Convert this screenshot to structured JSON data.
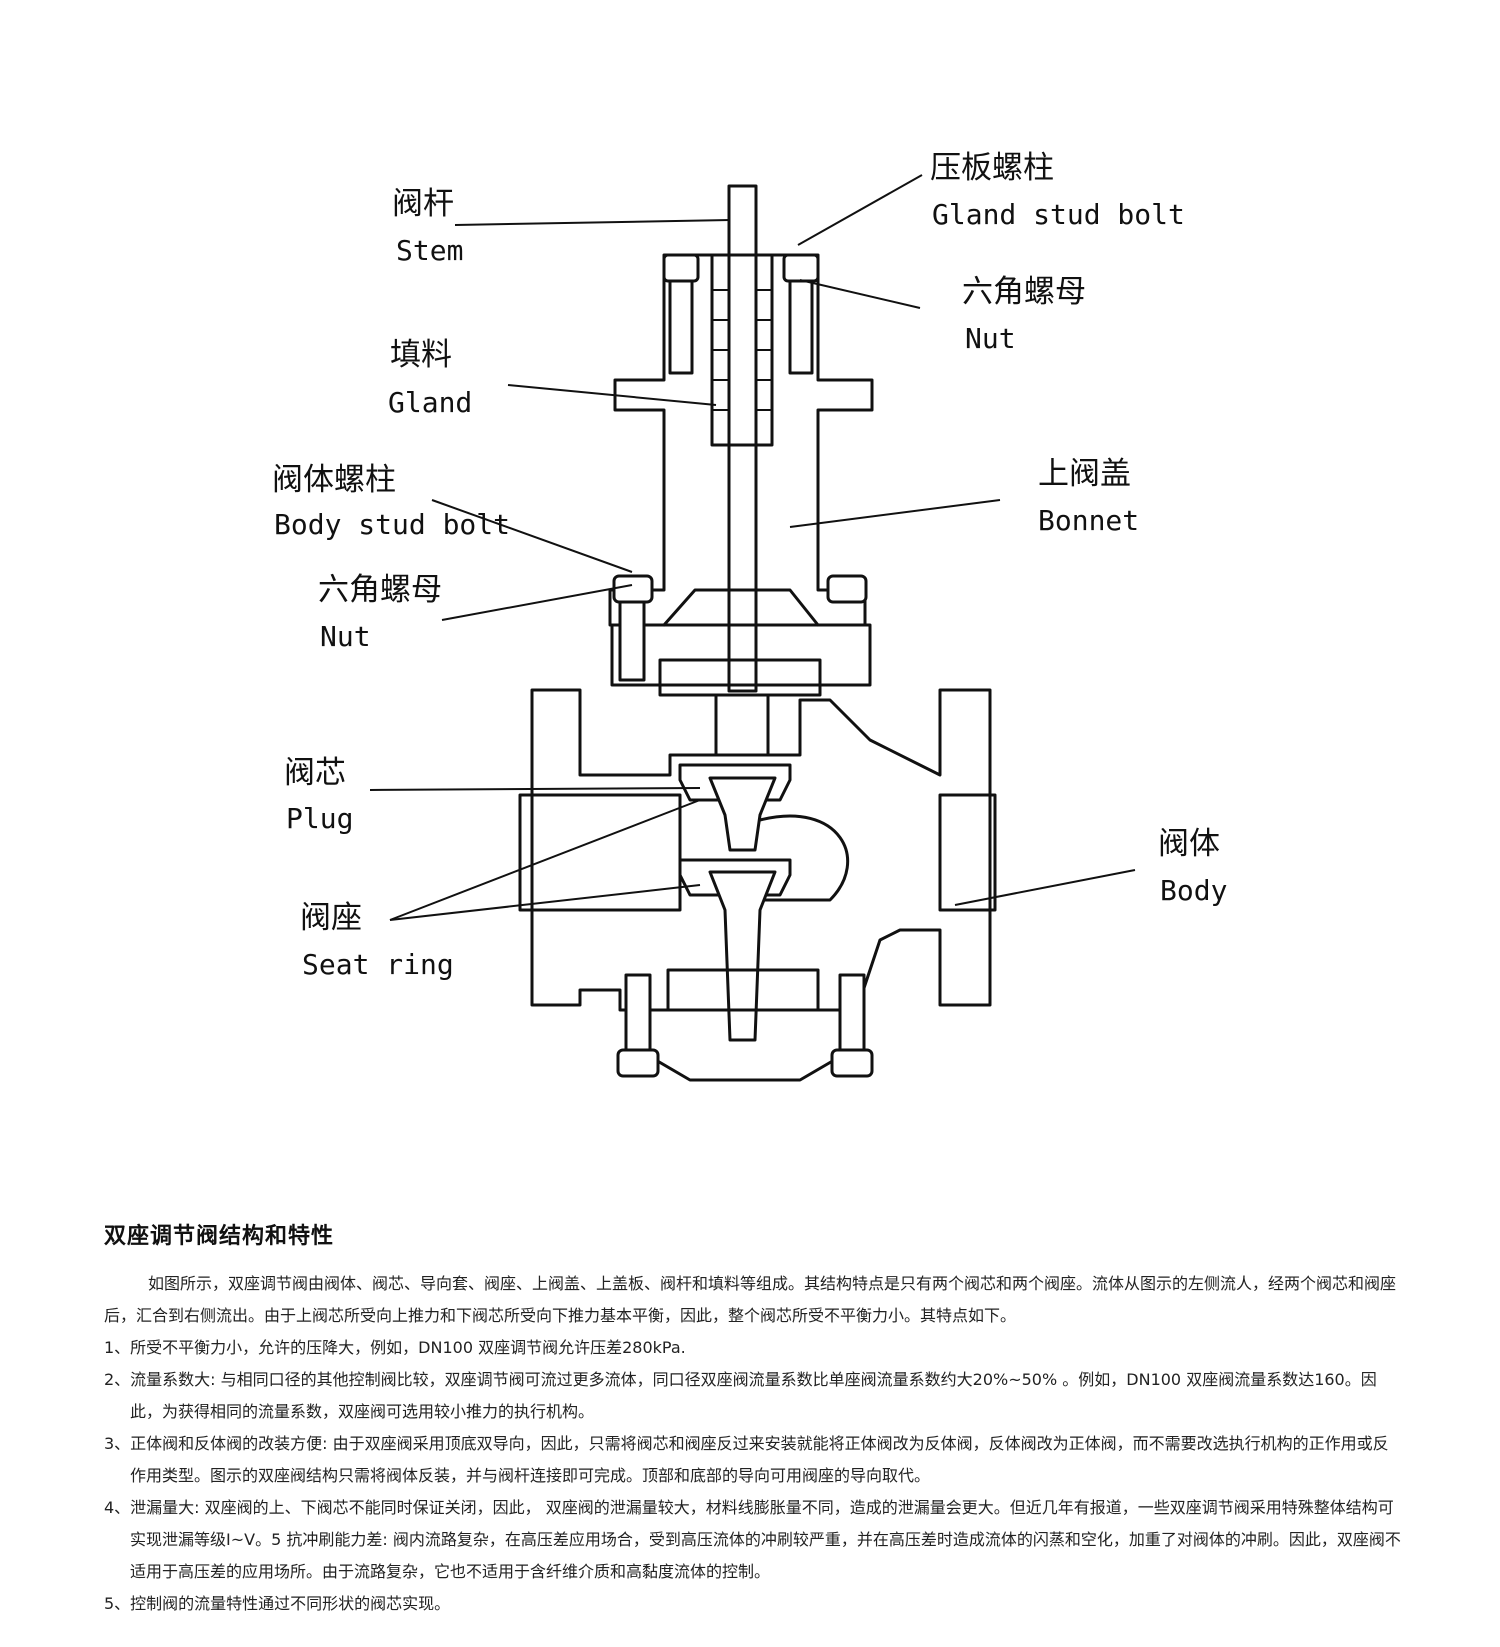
{
  "diagram": {
    "labels": {
      "stem": {
        "cn": "阀杆",
        "en": "Stem"
      },
      "gland_stud_bolt": {
        "cn": "压板螺柱",
        "en": "Gland stud bolt"
      },
      "nut_top": {
        "cn": "六角螺母",
        "en": "Nut"
      },
      "gland": {
        "cn": "填料",
        "en": "Gland"
      },
      "bonnet": {
        "cn": "上阀盖",
        "en": "Bonnet"
      },
      "body_stud_bolt": {
        "cn": "阀体螺柱",
        "en": "Body stud bolt"
      },
      "nut_mid": {
        "cn": "六角螺母",
        "en": "Nut"
      },
      "plug": {
        "cn": "阀芯",
        "en": "Plug"
      },
      "body": {
        "cn": "阀体",
        "en": "Body"
      },
      "seat_ring": {
        "cn": "阀座",
        "en": "Seat ring"
      }
    }
  },
  "article": {
    "title": "双座调节阀结构和特性",
    "intro": "如图所示，双座调节阀由阀体、阀芯、导向套、阀座、上阀盖、上盖板、阀杆和填料等组成。其结构特点是只有两个阀芯和两个阀座。流体从图示的左侧流人，经两个阀芯和阀座后，汇合到右侧流出。由于上阀芯所受向上推力和下阀芯所受向下推力基本平衡，因此，整个阀芯所受不平衡力小。其特点如下。",
    "items": [
      "1、所受不平衡力小，允许的压降大，例如，DN100 双座调节阀允许压差280kPa.",
      "2、流量系数大: 与相同口径的其他控制阀比较，双座调节阀可流过更多流体，同口径双座阀流量系数比单座阀流量系数约大20%~50% 。例如，DN100 双座阀流量系数达160。因此，为获得相同的流量系数，双座阀可选用较小推力的执行机构。",
      "3、正体阀和反体阀的改装方便: 由于双座阀采用顶底双导向，因此，只需将阀芯和阀座反过来安装就能将正体阀改为反体阀，反体阀改为正体阀，而不需要改选执行机构的正作用或反作用类型。图示的双座阀结构只需将阀体反装，并与阀杆连接即可完成。顶部和底部的导向可用阀座的导向取代。",
      "4、泄漏量大: 双座阀的上、下阀芯不能同时保证关闭，因此， 双座阀的泄漏量较大，材料线膨胀量不同，造成的泄漏量会更大。但近几年有报道，一些双座调节阀采用特殊整体结构可实现泄漏等级Ⅰ~Ⅴ。5 抗冲刷能力差: 阀内流路复杂，在高压差应用场合，受到高压流体的冲刷较严重，并在高压差时造成流体的闪蒸和空化，加重了对阀体的冲刷。因此，双座阀不适用于高压差的应用场所。由于流路复杂，它也不适用于含纤维介质和高黏度流体的控制。",
      "5、控制阀的流量特性通过不同形状的阀芯实现。"
    ]
  }
}
